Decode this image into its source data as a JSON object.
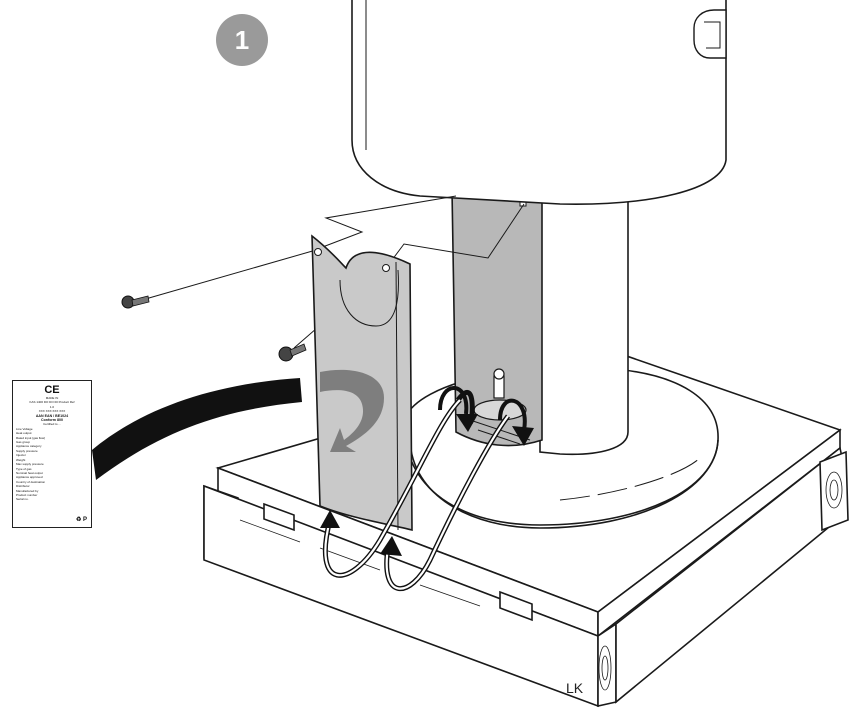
{
  "step_number": "1",
  "rating_label": {
    "ce_mark": "CE",
    "lines": [
      "MADE IN",
      "KAS 1400 DO DO 00 Product Ref",
      "1.0",
      "XXX XXX XXX XXX",
      "AAN EAN / BE1024",
      "Conform 800",
      "Certified to ...",
      "Line Voltage",
      "Heat output",
      "Rated input (gas flow)",
      "Gas group",
      "Appliance category",
      "Supply pressure",
      "Injector",
      "Weight",
      "Max supply pressure",
      "Type of gas",
      "Nominal heat output",
      "Appliance approved",
      "Country of destination",
      "Distributor",
      "Manufactured by",
      "Product number",
      "Serial no."
    ],
    "logos": "♻ P"
  },
  "signature": "LK",
  "colors": {
    "outline": "#1a1a1a",
    "panel_fill": "#c9c9c9",
    "inner_panel_fill": "#b8b8b8",
    "arrow_fill": "#7e7e7e",
    "badge": "#9a9a9a",
    "band": "#111111"
  }
}
